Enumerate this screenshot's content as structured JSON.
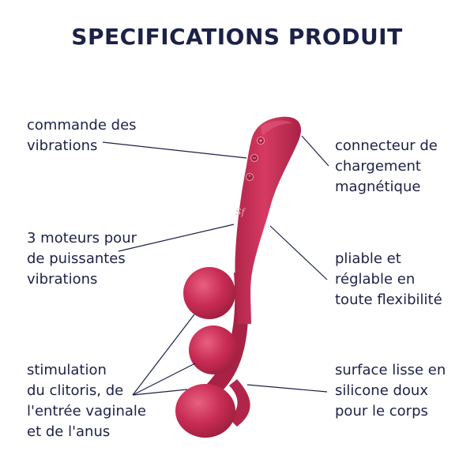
{
  "title": "SPECIFICATIONS PRODUIT",
  "labels": {
    "vibration_control": [
      "commande des",
      "vibrations"
    ],
    "three_motors": [
      "3 moteurs pour",
      "de puissantes",
      "vibrations"
    ],
    "stimulation": [
      "stimulation",
      "du clitoris, de",
      "l'entrée vaginale",
      "et de l'anus"
    ],
    "charging": [
      "connecteur de",
      "chargement",
      "magnétique"
    ],
    "flexible": [
      "pliable et",
      "réglable en",
      "toute flexibilité"
    ],
    "surface": [
      "surface lisse en",
      "silicone doux",
      "pour le corps"
    ]
  },
  "colors": {
    "title": "#1c2147",
    "text": "#1c2147",
    "product": "#c92c55",
    "product_shade": "#a3213f",
    "product_highlight": "#e25a7c",
    "leader_line": "#1c2147"
  }
}
